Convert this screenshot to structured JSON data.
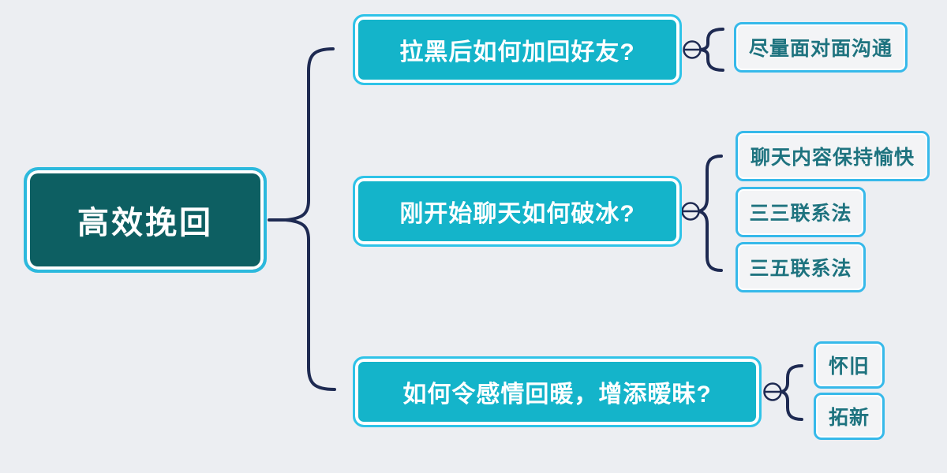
{
  "app": {
    "type": "mindmap-canvas"
  },
  "colors": {
    "background": "#eceef2",
    "root_fill": "#0d5f62",
    "branch_fill": "#14b4ca",
    "node_border_cyan": "#2fc3e8",
    "leaf_fill": "#f3f4f6",
    "leaf_border": "#36b9ea",
    "leaf_text": "#1e737f",
    "node_text": "#ffffff",
    "connector": "#1e2a52"
  },
  "mindmap": {
    "root": {
      "label": "高效挽回"
    },
    "branches": [
      {
        "label": "拉黑后如何加回好友?",
        "collapse_icon": "minus-circle",
        "children": [
          {
            "label": "尽量面对面沟通"
          }
        ]
      },
      {
        "label": "刚开始聊天如何破冰?",
        "collapse_icon": "minus-circle",
        "children": [
          {
            "label": "聊天内容保持愉快"
          },
          {
            "label": "三三联系法"
          },
          {
            "label": "三五联系法"
          }
        ]
      },
      {
        "label": "如何令感情回暖，增添暧昧?",
        "collapse_icon": "minus-circle",
        "children": [
          {
            "label": "怀旧"
          },
          {
            "label": "拓新"
          }
        ]
      }
    ]
  }
}
